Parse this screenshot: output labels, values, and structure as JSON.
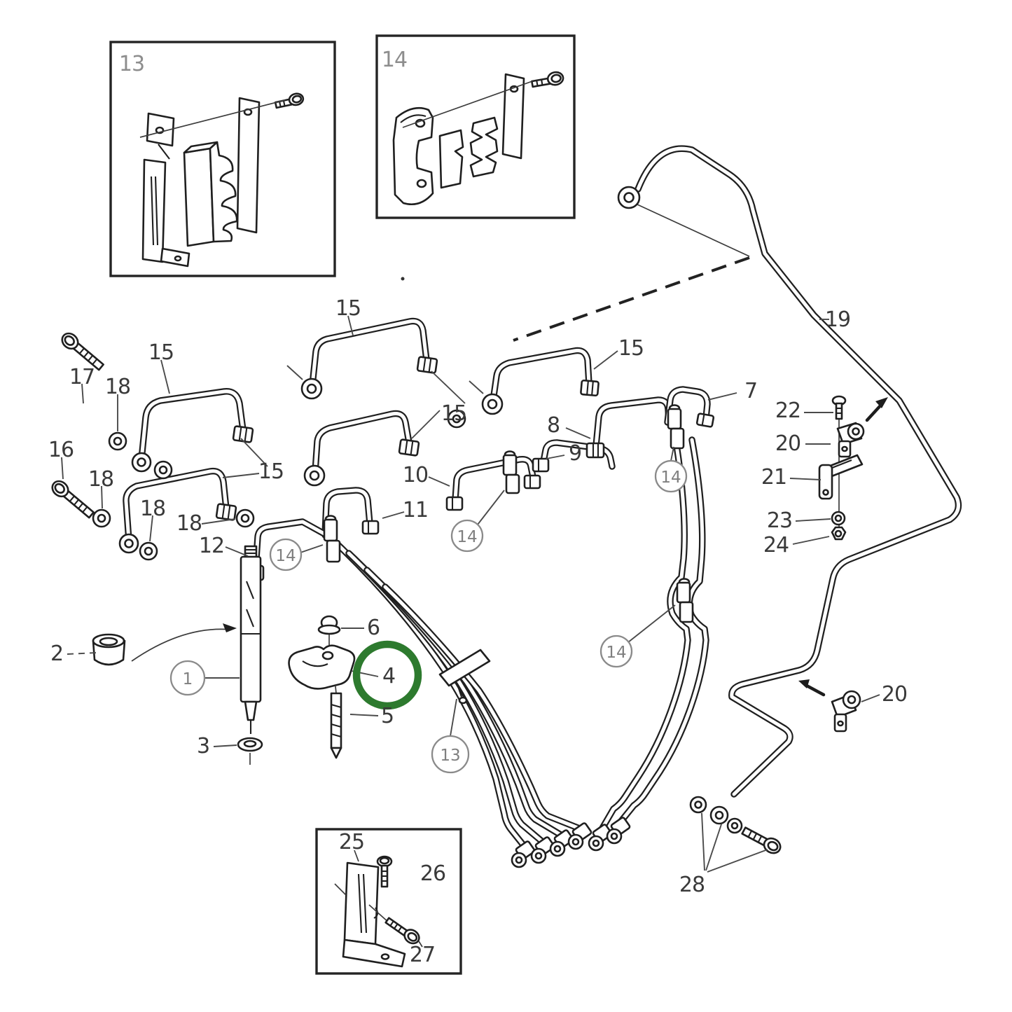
{
  "diagram": {
    "highlight": {
      "part": "4",
      "color": "#2d7a2e"
    },
    "insets": {
      "box_top_left": {
        "number": "13"
      },
      "box_top_center": {
        "number": "14"
      },
      "box_bottom": {
        "number": "25",
        "bolt_label": "26",
        "screw_label": "27"
      }
    },
    "callouts": {
      "c15_a": "15",
      "c15_b": "15",
      "c15_c": "15",
      "c15_d": "15",
      "c15_e": "15",
      "c17": "17",
      "c16": "16",
      "c18_a": "18",
      "c18_b": "18",
      "c18_c": "18",
      "c18_d": "18",
      "c12": "12",
      "c11": "11",
      "c10": "10",
      "c9": "9",
      "c8": "8",
      "c7": "7",
      "c6": "6",
      "c5": "5",
      "c4": "4",
      "c3": "3",
      "c2": "2",
      "c19": "19",
      "c22": "22",
      "c20_upper": "20",
      "c21": "21",
      "c23": "23",
      "c24": "24",
      "c20_lower": "20",
      "c28": "28"
    },
    "circled_callouts": {
      "c1": "1",
      "c13": "13",
      "c14_a": "14",
      "c14_b": "14",
      "c14_c": "14",
      "c14_d": "14"
    }
  }
}
